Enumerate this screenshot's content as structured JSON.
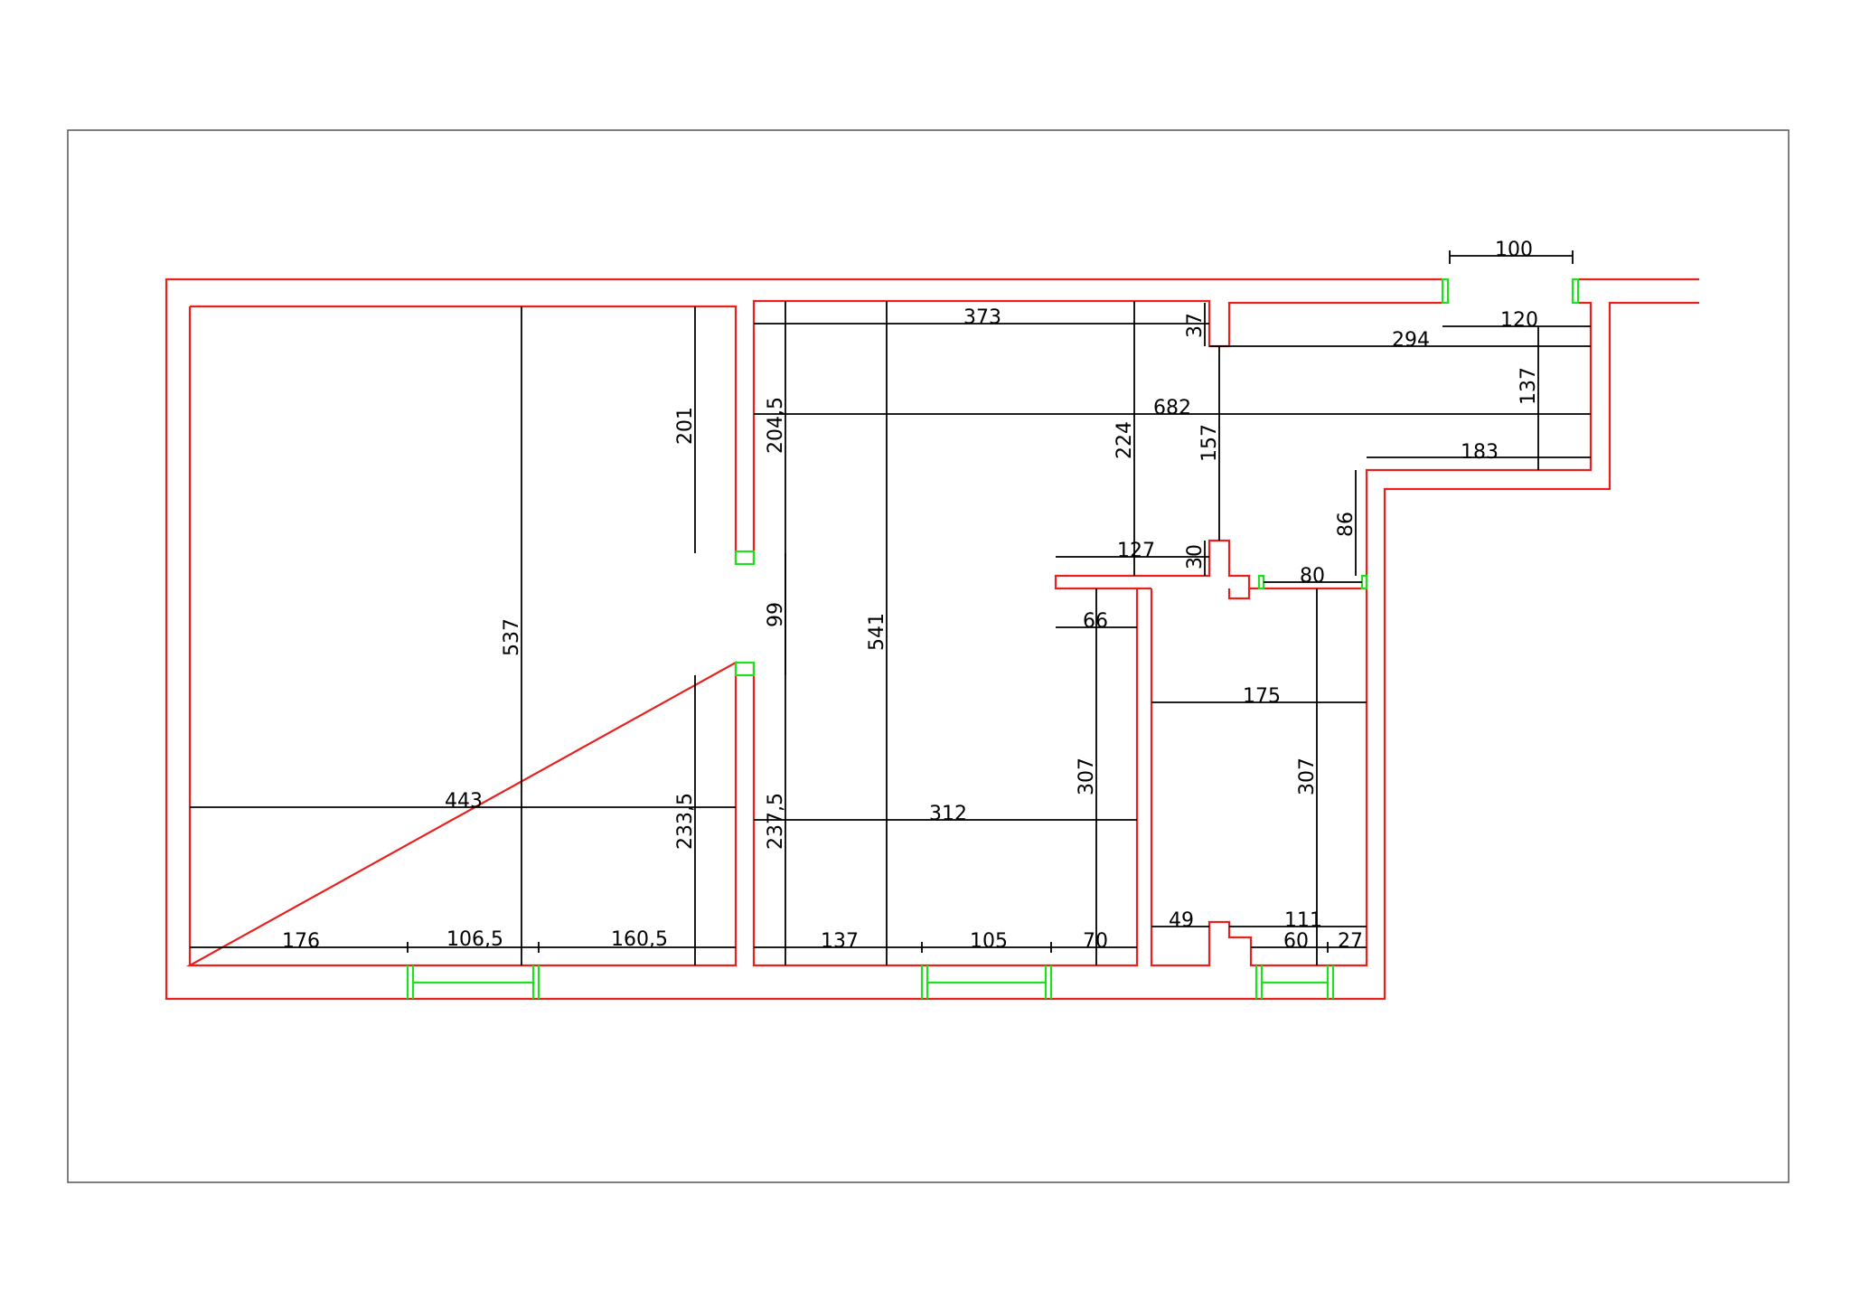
{
  "plan": {
    "dimensions": {
      "d100": "100",
      "d120": "120",
      "d294": "294",
      "d137": "137",
      "d373": "373",
      "d37": "37",
      "d682": "682",
      "d2045": "204,5",
      "d224": "224",
      "d157": "157",
      "d183": "183",
      "d201": "201",
      "d86": "86",
      "d127": "127",
      "d30": "30",
      "d80": "80",
      "d537": "537",
      "d99": "99",
      "d541": "541",
      "d66": "66",
      "d175": "175",
      "d307a": "307",
      "d307b": "307",
      "d443": "443",
      "d2335": "233,5",
      "d2375": "237,5",
      "d312": "312",
      "d49": "49",
      "d111": "111",
      "d176": "176",
      "d1065": "106,5",
      "d1605": "160,5",
      "d137b": "137",
      "d105": "105",
      "d70": "70",
      "d60": "60",
      "d27": "27"
    },
    "colors": {
      "walls": "#e8201e",
      "openings": "#1ee01e",
      "dimensions": "#000000",
      "frame": "#555555"
    }
  }
}
